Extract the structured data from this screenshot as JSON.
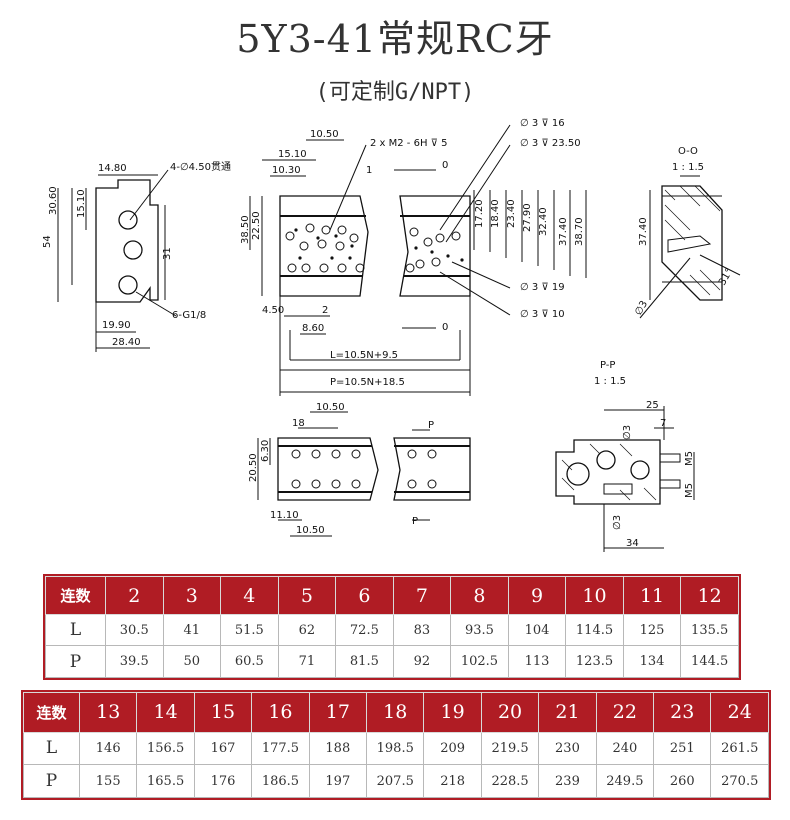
{
  "title": "5Y3-41常规RC牙",
  "subtitle": "(可定制G/NPT)",
  "drawing": {
    "left_view": {
      "d_top": "14.80",
      "d_h1": "30.60",
      "d_h2": "15.10",
      "d_total": "54",
      "d_side": "31",
      "d_b1": "19.90",
      "d_b2": "28.40",
      "hole_note": "4-∅4.50贯通",
      "port_note": "6-G1/8"
    },
    "front_view": {
      "d1": "10.50",
      "d2": "15.10",
      "d3": "10.30",
      "d4": "1",
      "d5": "22.50",
      "d6": "38.50",
      "d7": "4.50",
      "d8": "2",
      "d9": "8.60",
      "d10": "0",
      "d11": "0",
      "L": "L=10.5N+9.5",
      "P": "P=10.5N+18.5",
      "thread_note": "2 x  M2 - 6H ⊽ 5",
      "h1": "∅ 3 ⊽ 16",
      "h2": "∅ 3 ⊽ 23.50",
      "h3": "∅ 3 ⊽ 19",
      "h4": "∅ 3 ⊽ 10",
      "v1": "17.20",
      "v2": "18.40",
      "v3": "23.40",
      "v4": "27.90",
      "v5": "32.40",
      "v6": "37.40",
      "v7": "38.70"
    },
    "section_oo": {
      "label": "O-O",
      "scale": "1 : 1.5",
      "h": "37.40",
      "angle": "31°",
      "dia": "∅3"
    },
    "bottom_view": {
      "d1": "10.50",
      "d2": "18",
      "d3": "6.30",
      "d4": "20.50",
      "d5": "11.10",
      "d6": "10.50",
      "p1": "P",
      "p2": "P"
    },
    "section_pp": {
      "label": "P-P",
      "scale": "1 : 1.5",
      "w1": "25",
      "w2": "7",
      "w3": "34",
      "m1": "M5",
      "m2": "M5",
      "dia1": "∅3",
      "dia2": "∅3"
    }
  },
  "table1": {
    "header_label": "连数",
    "counts": [
      "2",
      "3",
      "4",
      "5",
      "6",
      "7",
      "8",
      "9",
      "10",
      "11",
      "12"
    ],
    "row_L_label": "L",
    "L": [
      "30.5",
      "41",
      "51.5",
      "62",
      "72.5",
      "83",
      "93.5",
      "104",
      "114.5",
      "125",
      "135.5"
    ],
    "row_P_label": "P",
    "P": [
      "39.5",
      "50",
      "60.5",
      "71",
      "81.5",
      "92",
      "102.5",
      "113",
      "123.5",
      "134",
      "144.5"
    ]
  },
  "table2": {
    "header_label": "连数",
    "counts": [
      "13",
      "14",
      "15",
      "16",
      "17",
      "18",
      "19",
      "20",
      "21",
      "22",
      "23",
      "24"
    ],
    "row_L_label": "L",
    "L": [
      "146",
      "156.5",
      "167",
      "177.5",
      "188",
      "198.5",
      "209",
      "219.5",
      "230",
      "240",
      "251",
      "261.5"
    ],
    "row_P_label": "P",
    "P": [
      "155",
      "165.5",
      "176",
      "186.5",
      "197",
      "207.5",
      "218",
      "228.5",
      "239",
      "249.5",
      "260",
      "270.5"
    ]
  },
  "colors": {
    "accent": "#b01c24",
    "line": "#111111"
  }
}
